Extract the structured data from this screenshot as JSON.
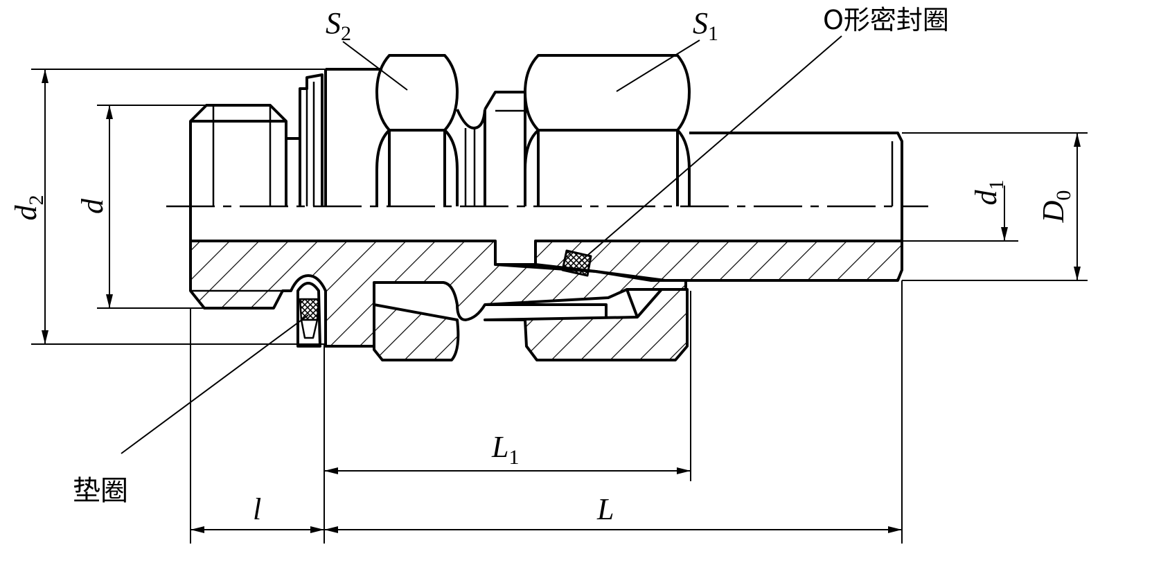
{
  "labels": {
    "S2": {
      "base": "S",
      "sub": "2"
    },
    "S1": {
      "base": "S",
      "sub": "1"
    },
    "oring": "O形密封圈",
    "washer": "垫圈",
    "d2": {
      "base": "d",
      "sub": "2"
    },
    "d": "d",
    "d1": {
      "base": "d",
      "sub": "1"
    },
    "D0": {
      "base": "D",
      "sub": "0"
    },
    "L1": {
      "base": "L",
      "sub": "1"
    },
    "L": "L",
    "l": "l"
  },
  "colors": {
    "ink": "#000000",
    "paper": "#ffffff"
  }
}
